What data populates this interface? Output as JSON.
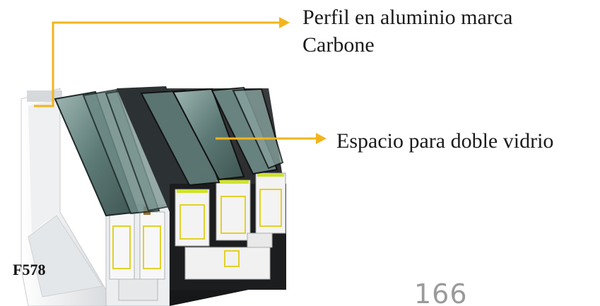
{
  "annotations": {
    "profile_line1": "Perfil en aluminio marca",
    "profile_line2": "Carbone",
    "glass_space": "Espacio para doble vidrio"
  },
  "model_code": "F578",
  "page_number": "166",
  "colors": {
    "arrow": "#f2b51c",
    "frame_white": "#f4f5f6",
    "frame_dark": "#2b2d2f",
    "glass": "#6f8d88",
    "seal": "#cfe32a"
  }
}
